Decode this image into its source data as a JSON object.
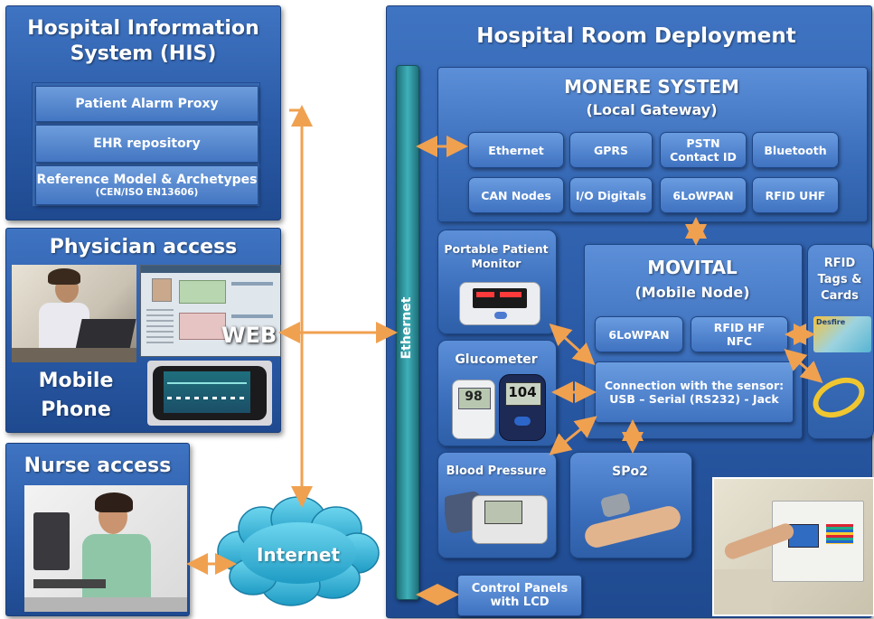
{
  "his": {
    "title_line1": "Hospital Information",
    "title_line2": "System (HIS)",
    "rows": [
      {
        "label": "Patient Alarm Proxy"
      },
      {
        "label": "EHR repository"
      },
      {
        "label": "Reference Model & Archetypes",
        "sub": "(CEN/ISO EN13606)"
      }
    ]
  },
  "physician": {
    "title": "Physician access",
    "web_label": "WEB",
    "mobile_line1": "Mobile",
    "mobile_line2": "Phone"
  },
  "nurse": {
    "title": "Nurse access"
  },
  "internet": {
    "label": "Internet"
  },
  "deployment": {
    "title": "Hospital Room Deployment",
    "ethernet_bus": "Ethernet",
    "monere": {
      "title": "MONERE SYSTEM",
      "subtitle": "(Local Gateway)",
      "modules": [
        "Ethernet",
        "GPRS",
        "PSTN",
        "Contact ID",
        "Bluetooth",
        "CAN Nodes",
        "I/O Digitals",
        "6LoWPAN",
        "RFID UHF"
      ]
    },
    "movital": {
      "title": "MOVITAL",
      "subtitle": "(Mobile Node)",
      "modules": [
        "6LoWPAN",
        "RFID HF",
        "NFC"
      ],
      "connection_line1": "Connection with the sensor:",
      "connection_line2": "USB – Serial (RS232) - Jack"
    },
    "devices": {
      "portable_line1": "Portable Patient",
      "portable_line2": "Monitor",
      "glucometer": "Glucometer",
      "glucometer_reading1": "98",
      "glucometer_reading2": "104",
      "blood_pressure": "Blood Pressure",
      "spo2": "SPo2"
    },
    "rfid": {
      "line1": "RFID",
      "line2": "Tags &",
      "line3": "Cards",
      "card_brand": "Desfire"
    },
    "control_panel_line1": "Control Panels",
    "control_panel_line2": "with LCD"
  },
  "colors": {
    "panel": "#2a5aa6",
    "arrow": "#f0a150",
    "ethernet_bar": "#2f8f9c"
  }
}
